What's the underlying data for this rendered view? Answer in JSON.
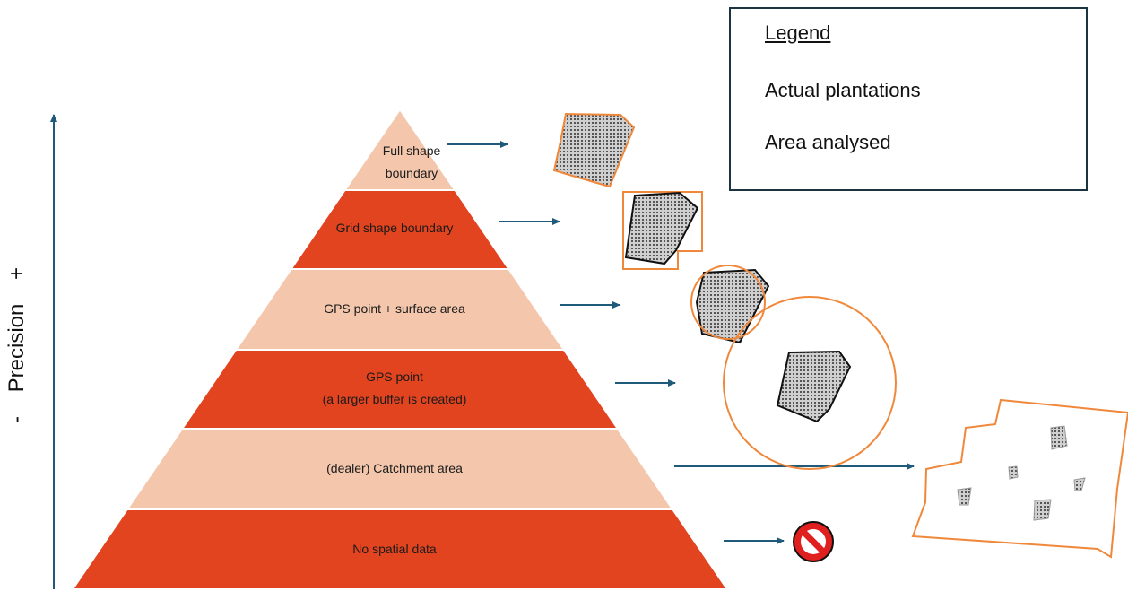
{
  "axis": {
    "label": "-    Precision    +"
  },
  "tiers": [
    {
      "label": "Full shape\nboundary",
      "fill": "#f4c7ad"
    },
    {
      "label": "Grid shape boundary",
      "fill": "#e2441f"
    },
    {
      "label": "GPS point + surface area",
      "fill": "#f4c7ad"
    },
    {
      "label": "GPS point\n(a larger buffer is created)",
      "fill": "#e2441f"
    },
    {
      "label": "(dealer) Catchment area",
      "fill": "#f4c7ad"
    },
    {
      "label": "No spatial data",
      "fill": "#e2441f"
    }
  ],
  "legend": {
    "title": "Legend",
    "items": [
      {
        "label": "Actual plantations",
        "icon": "plantation-polygon-icon"
      },
      {
        "label": "Area analysed",
        "icon": "analysed-circle-icon"
      }
    ]
  },
  "colors": {
    "arrow": "#1f5a7a",
    "analysed_outline": "#f0883c",
    "plantation_fill": "#b9b9b9",
    "no_data_red": "#e01f1f"
  }
}
